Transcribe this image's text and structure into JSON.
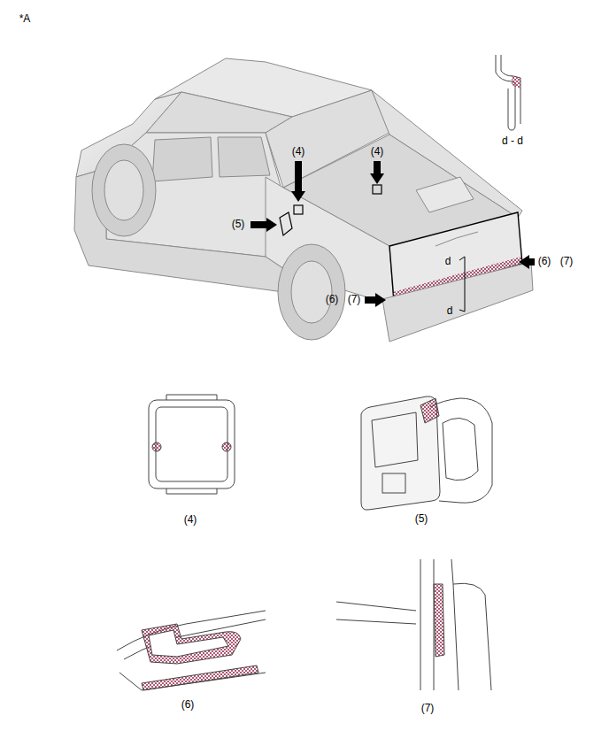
{
  "diagram": {
    "labels": [
      "*A",
      "d - d",
      "(4)",
      "(4)",
      "(5)",
      "(6)",
      "(7)",
      "d",
      "(6)",
      "(7)",
      "d",
      "(4)",
      "(5)",
      "(6)",
      "(7)"
    ]
  }
}
